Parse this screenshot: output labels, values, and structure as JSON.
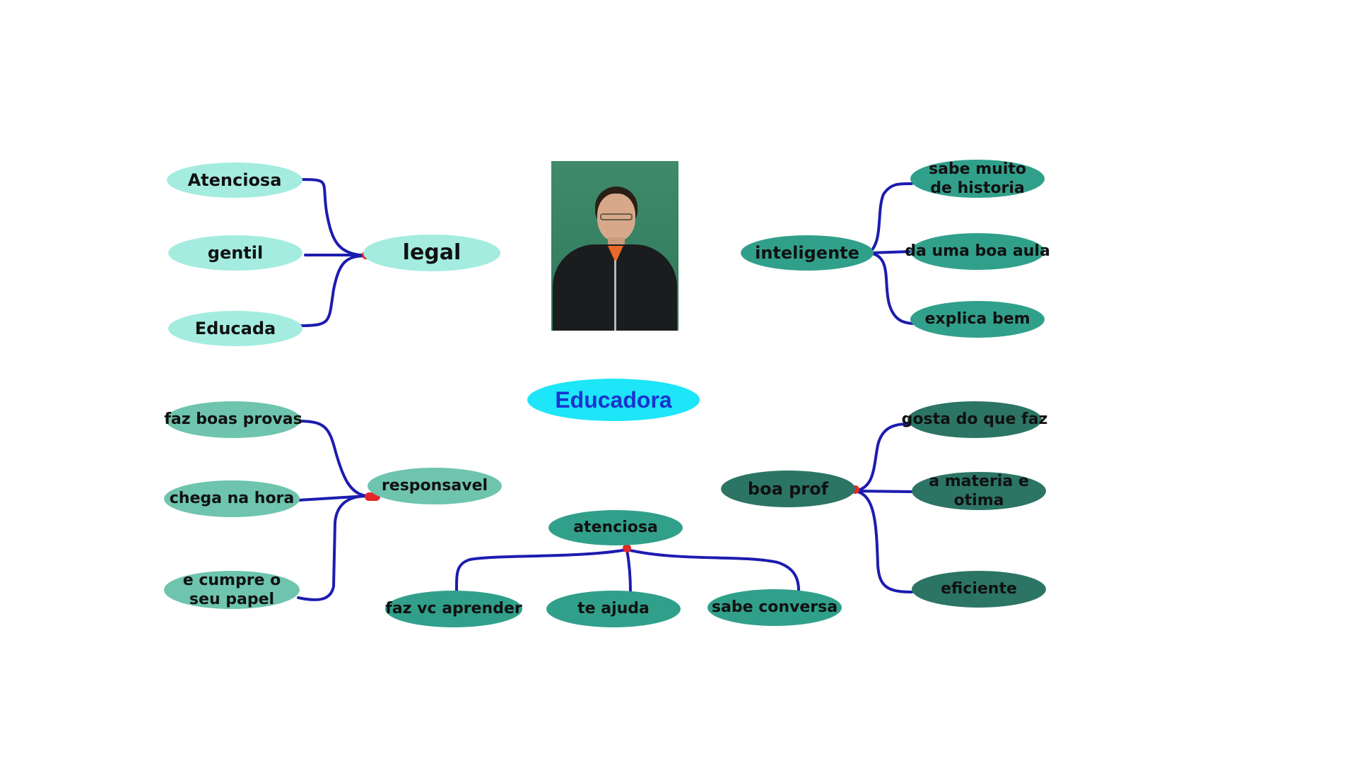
{
  "diagram": {
    "central_topic": "Educadora",
    "photo": "educator-photo",
    "colors": {
      "connector": "#1c1cb0",
      "junction": "#e32626",
      "center": "#1ce6f8",
      "center_text": "#1a33cf",
      "light": "#a4ece0",
      "pale": "#6ec4ad",
      "teal": "#31a08b",
      "dark": "#2c7565"
    },
    "branches": {
      "legal": {
        "label": "legal",
        "children": [
          "Atenciosa",
          "gentil",
          "Educada"
        ]
      },
      "inteligente": {
        "label": "inteligente",
        "children": [
          "sabe muito\nde historia",
          "da uma boa aula",
          "explica bem"
        ]
      },
      "responsavel": {
        "label": "responsavel",
        "children": [
          "faz boas provas",
          "chega na hora",
          "e cumpre o\nseu papel"
        ]
      },
      "boa_prof": {
        "label": "boa prof",
        "children": [
          "gosta do que faz",
          "a materia e\notima",
          "eficiente"
        ]
      },
      "atenciosa": {
        "label": "atenciosa",
        "children": [
          "faz vc aprender",
          "te ajuda",
          "sabe conversa"
        ]
      }
    }
  }
}
